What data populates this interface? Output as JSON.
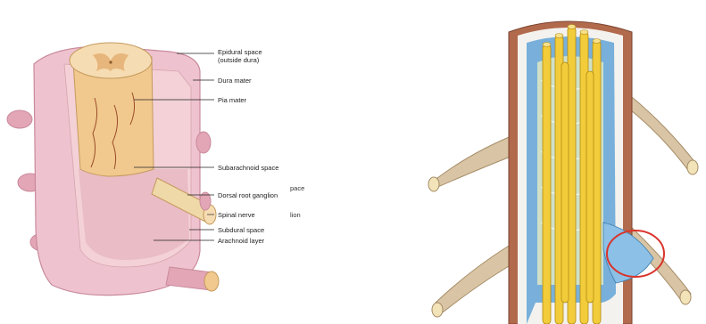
{
  "left_diagram": {
    "labels": {
      "epidural_line1": "Epidural space",
      "epidural_line2": "(outside dura)",
      "dura_mater": "Dura mater",
      "pia_mater": "Pia mater",
      "subarachnoid_space": "Subarachnoid space",
      "dorsal_root_ganglion": "Dorsal root ganglion",
      "spinal_nerve": "Spinal nerve",
      "subdural_space": "Subdural space",
      "arachnoid_layer": "Arachnoid layer"
    },
    "cut_off_fragments": [
      "pace",
      "lion"
    ]
  },
  "right_diagram": {
    "highlight_circle_color": "#d9342b"
  },
  "colors": {
    "dura": "#e7b8c4",
    "cord": "#f1c98e",
    "nerve_root": "#f0d9a8",
    "inner_blue": "#6aa9d8",
    "outer_brown": "#b26a4c",
    "yellow_fiber": "#f2cc3a"
  }
}
